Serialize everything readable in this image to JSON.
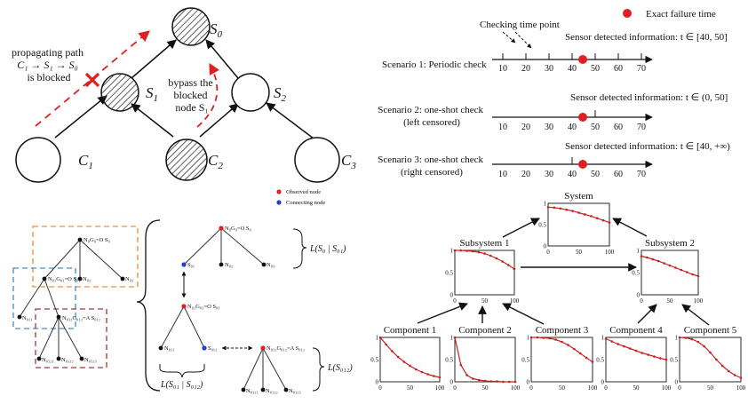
{
  "colors": {
    "red": "#e02020",
    "blue": "#1f3fd8",
    "orange": "#e8923a",
    "teal": "#3d8fc7",
    "maroon": "#9a3a3a",
    "curve": "#c82020"
  },
  "panel_a": {
    "nodes": {
      "s0": "S",
      "s0_sub": "0",
      "s1": "S",
      "s1_sub": "1",
      "s2": "S",
      "s2_sub": "2",
      "c1": "C",
      "c1_sub": "1",
      "c2": "C",
      "c2_sub": "2",
      "c3": "C",
      "c3_sub": "3"
    },
    "blocked": [
      "propagating path",
      "C₁ → S₁ → S₀",
      "is blocked"
    ],
    "bypass": [
      "bypass the",
      "blocked",
      "node S₁"
    ]
  },
  "panel_b": {
    "legend_failure": "Exact failure time",
    "checking_label": "Checking time point",
    "ticks": [
      "10",
      "20",
      "30",
      "40",
      "50",
      "60",
      "70"
    ],
    "scenarios": [
      {
        "name": [
          "Scenario 1: Periodic check"
        ],
        "info": "Sensor detected information: t ∈ [40, 50]"
      },
      {
        "name": [
          "Scenario 2: one-shot check",
          "(left censored)"
        ],
        "info": "Sensor detected information: t ∈ (0, 50]"
      },
      {
        "name": [
          "Scenario 3: one-shot check",
          "(right censored)"
        ],
        "info": "Sensor detected information: t ∈ [40, +∞)"
      }
    ]
  },
  "panel_c": {
    "legend": [
      "Observed node",
      "Connecting node"
    ],
    "left_tree": {
      "root": "N₀G₀=O S₀",
      "s01": "N₀₁G₀₁=O S₀₁",
      "n02": "N₀₂",
      "n03": "N₀₃",
      "n011": "N₀₁₁",
      "s012": "N₀₁₂G₀₁₂=A S₀₁₂",
      "n0121": "N₀₁₂₁",
      "n0122": "N₀₁₂₂",
      "n0123": "N₀₁₂₃"
    },
    "right_top": {
      "root": "N₀G₀=O S₀",
      "a": "S₀₁",
      "b": "N₀₂",
      "c": "N₀₃",
      "label": "L(S₀ | S₀₁)"
    },
    "right_mid": {
      "root": "N₀₁G₀₁=O S₀₁",
      "a": "N₀₁₁",
      "b": "S₀₁₂",
      "label": "L(S₀₁ | S₀₁₂)"
    },
    "right_side": {
      "root": "N₀₁₂G₀₁₂=A S₀₁₂",
      "a": "N₀₁₂₁",
      "b": "N₀₁₂₂",
      "c": "N₀₁₂₃",
      "label": "L(S₀₁₂)"
    }
  },
  "panel_d": {
    "box_titles": [
      "System",
      "Subsystem  1",
      "Subsystem  2",
      "Component  1",
      "Component  2",
      "Component  3",
      "Component  4",
      "Component  5"
    ],
    "x_ticks": [
      "0",
      "50",
      "100"
    ],
    "y_ticks": [
      "0",
      "0.5",
      "1"
    ]
  },
  "chart_data": [
    {
      "type": "line",
      "title": "System",
      "x": [
        0,
        10,
        20,
        30,
        40,
        50,
        60,
        70,
        80,
        90,
        100
      ],
      "y": [
        0.91,
        0.9,
        0.88,
        0.85,
        0.82,
        0.78,
        0.74,
        0.7,
        0.65,
        0.6,
        0.55
      ],
      "xlim": [
        0,
        100
      ],
      "ylim": [
        0,
        1
      ]
    },
    {
      "type": "line",
      "title": "Subsystem  1",
      "x": [
        0,
        10,
        20,
        30,
        40,
        50,
        60,
        70,
        80,
        90,
        100
      ],
      "y": [
        1.0,
        1.0,
        0.99,
        0.98,
        0.96,
        0.93,
        0.88,
        0.82,
        0.75,
        0.67,
        0.58
      ],
      "xlim": [
        0,
        100
      ],
      "ylim": [
        0,
        1
      ]
    },
    {
      "type": "line",
      "title": "Subsystem  2",
      "x": [
        0,
        10,
        20,
        30,
        40,
        50,
        60,
        70,
        80,
        90,
        100
      ],
      "y": [
        0.87,
        0.84,
        0.8,
        0.76,
        0.71,
        0.66,
        0.61,
        0.56,
        0.51,
        0.46,
        0.42
      ],
      "xlim": [
        0,
        100
      ],
      "ylim": [
        0,
        1
      ]
    },
    {
      "type": "line",
      "title": "Component  1",
      "x": [
        0,
        10,
        20,
        30,
        40,
        50,
        60,
        70,
        80,
        90,
        100
      ],
      "y": [
        1.0,
        0.84,
        0.69,
        0.56,
        0.45,
        0.36,
        0.28,
        0.22,
        0.17,
        0.13,
        0.1
      ],
      "xlim": [
        0,
        100
      ],
      "ylim": [
        0,
        1
      ]
    },
    {
      "type": "line",
      "title": "Component  2",
      "x": [
        0,
        10,
        20,
        30,
        40,
        50,
        60,
        70,
        80,
        90,
        100
      ],
      "y": [
        1.0,
        0.38,
        0.15,
        0.07,
        0.04,
        0.02,
        0.01,
        0.01,
        0.0,
        0.0,
        0.0
      ],
      "xlim": [
        0,
        100
      ],
      "ylim": [
        0,
        1
      ]
    },
    {
      "type": "line",
      "title": "Component  3",
      "x": [
        0,
        10,
        20,
        30,
        40,
        50,
        60,
        70,
        80,
        90,
        100
      ],
      "y": [
        1.0,
        1.0,
        0.99,
        0.98,
        0.95,
        0.9,
        0.83,
        0.74,
        0.64,
        0.54,
        0.45
      ],
      "xlim": [
        0,
        100
      ],
      "ylim": [
        0,
        1
      ]
    },
    {
      "type": "line",
      "title": "Component  4",
      "x": [
        0,
        10,
        20,
        30,
        40,
        50,
        60,
        70,
        80,
        90,
        100
      ],
      "y": [
        0.97,
        0.91,
        0.85,
        0.8,
        0.75,
        0.7,
        0.65,
        0.61,
        0.57,
        0.53,
        0.5
      ],
      "xlim": [
        0,
        100
      ],
      "ylim": [
        0,
        1
      ]
    },
    {
      "type": "line",
      "title": "Component  5",
      "x": [
        0,
        10,
        20,
        30,
        40,
        50,
        60,
        70,
        80,
        90,
        100
      ],
      "y": [
        1.0,
        0.99,
        0.96,
        0.9,
        0.8,
        0.66,
        0.5,
        0.36,
        0.24,
        0.15,
        0.09
      ],
      "xlim": [
        0,
        100
      ],
      "ylim": [
        0,
        1
      ]
    }
  ]
}
